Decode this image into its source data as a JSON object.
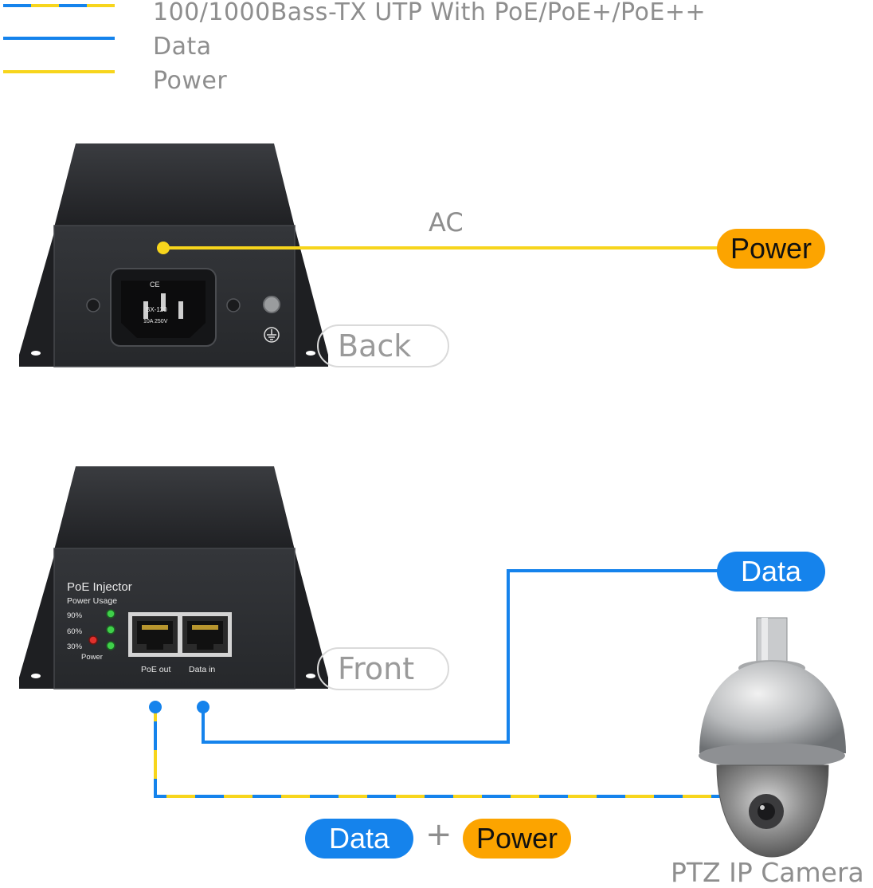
{
  "legend": {
    "utp_label": "100/1000Bass-TX UTP With PoE/PoE+/PoE++",
    "data_label": "Data",
    "power_label": "Power"
  },
  "back_panel": {
    "ac_label": "AC",
    "power_pill": "Power",
    "view_label": "Back",
    "socket_text": "BX-120",
    "socket_rating": "10A 250V",
    "socket_cert": "CE"
  },
  "front_panel": {
    "device_title": "PoE Injector",
    "power_usage_label": "Power Usage",
    "led_90": "90%",
    "led_60": "60%",
    "led_30": "30%",
    "power_led_label": "Power",
    "port_poe_out": "PoE out",
    "port_data_in": "Data in",
    "view_label": "Front",
    "data_pill": "Data"
  },
  "bottom": {
    "data_pill": "Data",
    "plus": "+",
    "power_pill": "Power",
    "camera_label": "PTZ IP Camera"
  },
  "colors": {
    "data_blue": "#1583ec",
    "power_yellow": "#f7d51c",
    "power_pill_orange": "#fca400",
    "device_body": "#2b2d30"
  }
}
